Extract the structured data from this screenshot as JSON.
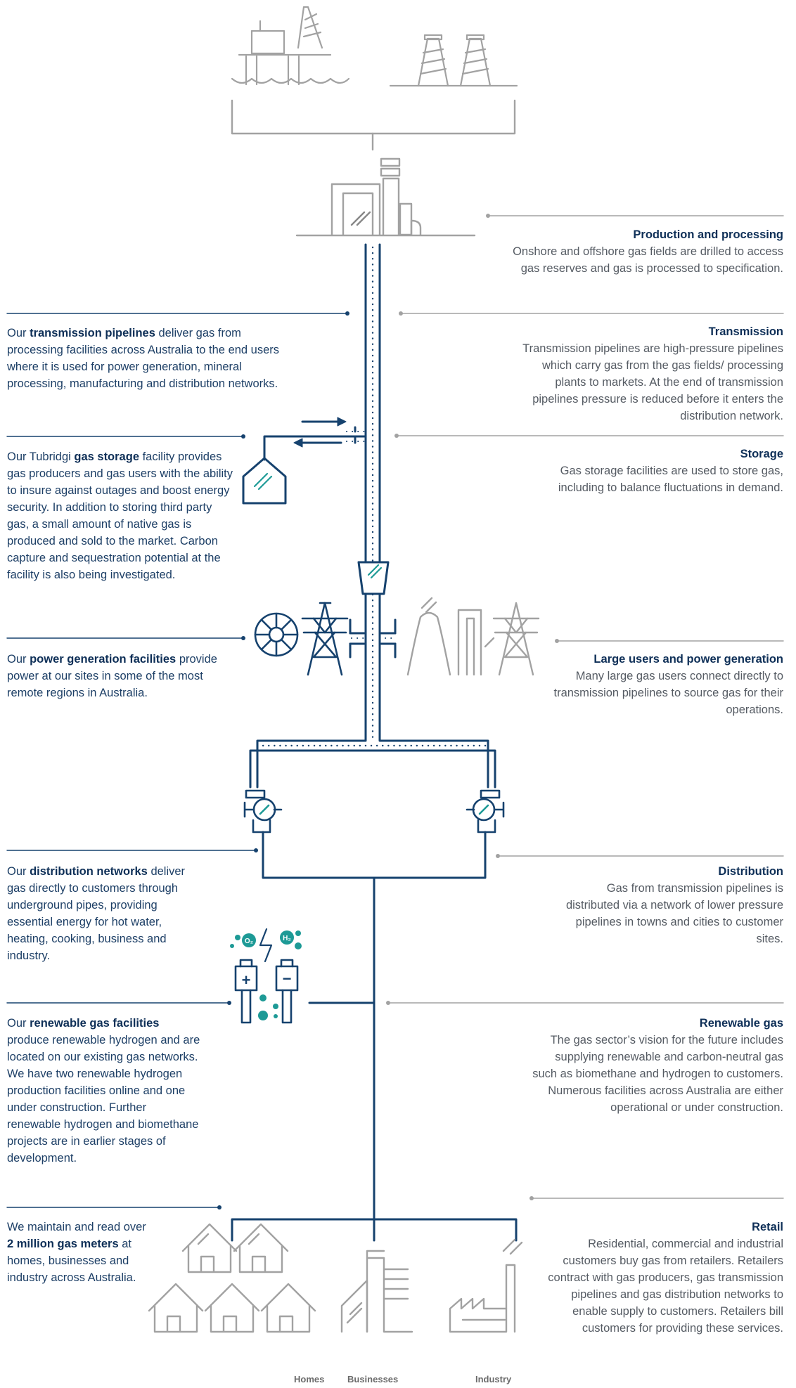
{
  "colors": {
    "navy": "#16426e",
    "grey": "#a2a2a2",
    "teal": "#1d9a96",
    "text_dark": "#0e2f57",
    "text_grey": "#555b63"
  },
  "left": {
    "transmission": {
      "pre": "Our ",
      "bold": "transmission pipelines",
      "post": " deliver gas from processing facilities across Australia to the end users where it is used for power generation, mineral processing, manufacturing and distribution networks."
    },
    "storage": {
      "pre": "Our Tubridgi ",
      "bold": "gas storage",
      "post": " facility provides gas producers and gas users with the ability to insure against outages and boost energy security. In addition to storing third party gas, a small amount of native gas is produced and sold to the market. Carbon capture and sequestration potential at the facility is also being investigated."
    },
    "power": {
      "pre": "Our ",
      "bold": "power generation facilities",
      "post": " provide power at our sites in some of the most remote regions in Australia."
    },
    "distribution": {
      "pre": "Our ",
      "bold": "distribution networks",
      "post": " deliver gas directly to customers through underground pipes, providing essential energy for hot water, heating, cooking, business and industry."
    },
    "renewable": {
      "pre": "Our ",
      "bold": "renewable gas facilities",
      "post": " produce renewable hydrogen and are located on our existing gas networks. We have two renewable hydrogen production facilities online and one under construction. Further renewable hydrogen and biomethane projects are in earlier stages of development."
    },
    "meters": {
      "pre": "We maintain and read over ",
      "bold": "2 million gas meters",
      "post": " at homes, businesses and industry across Australia."
    }
  },
  "right": {
    "production": {
      "title": "Production and processing",
      "body": "Onshore and offshore gas fields are drilled to access gas reserves and gas is processed to specification."
    },
    "transmission": {
      "title": "Transmission",
      "body": "Transmission pipelines are high-pressure pipelines which carry gas from the gas fields/ processing plants to markets. At the end of transmission pipelines pressure is reduced before it enters the distribution network."
    },
    "storage": {
      "title": "Storage",
      "body": "Gas storage facilities are used to store gas, including to balance fluctuations in demand."
    },
    "large_users": {
      "title": "Large users and power generation",
      "body": "Many large gas users connect directly to transmission pipelines to source gas for their operations."
    },
    "distribution": {
      "title": "Distribution",
      "body": "Gas from transmission pipelines is distributed via a network of lower pressure pipelines in towns and cities to customer sites."
    },
    "renewable": {
      "title": "Renewable gas",
      "body": "The gas sector’s vision for the future includes supplying renewable and carbon-neutral gas such as biomethane and hydrogen to customers. Numerous facilities across Australia are either operational or under construction."
    },
    "retail": {
      "title": "Retail",
      "body": "Residential, commercial and industrial customers buy gas from retailers. Retailers contract with gas producers, gas transmission pipelines and gas distribution networks to enable supply to customers. Retailers bill customers for providing these services."
    }
  },
  "labels": {
    "homes": "Homes",
    "businesses": "Businesses",
    "industry": "Industry"
  },
  "icons": {
    "o2": "O₂",
    "h2": "H₂",
    "plus": "+",
    "minus": "−"
  }
}
